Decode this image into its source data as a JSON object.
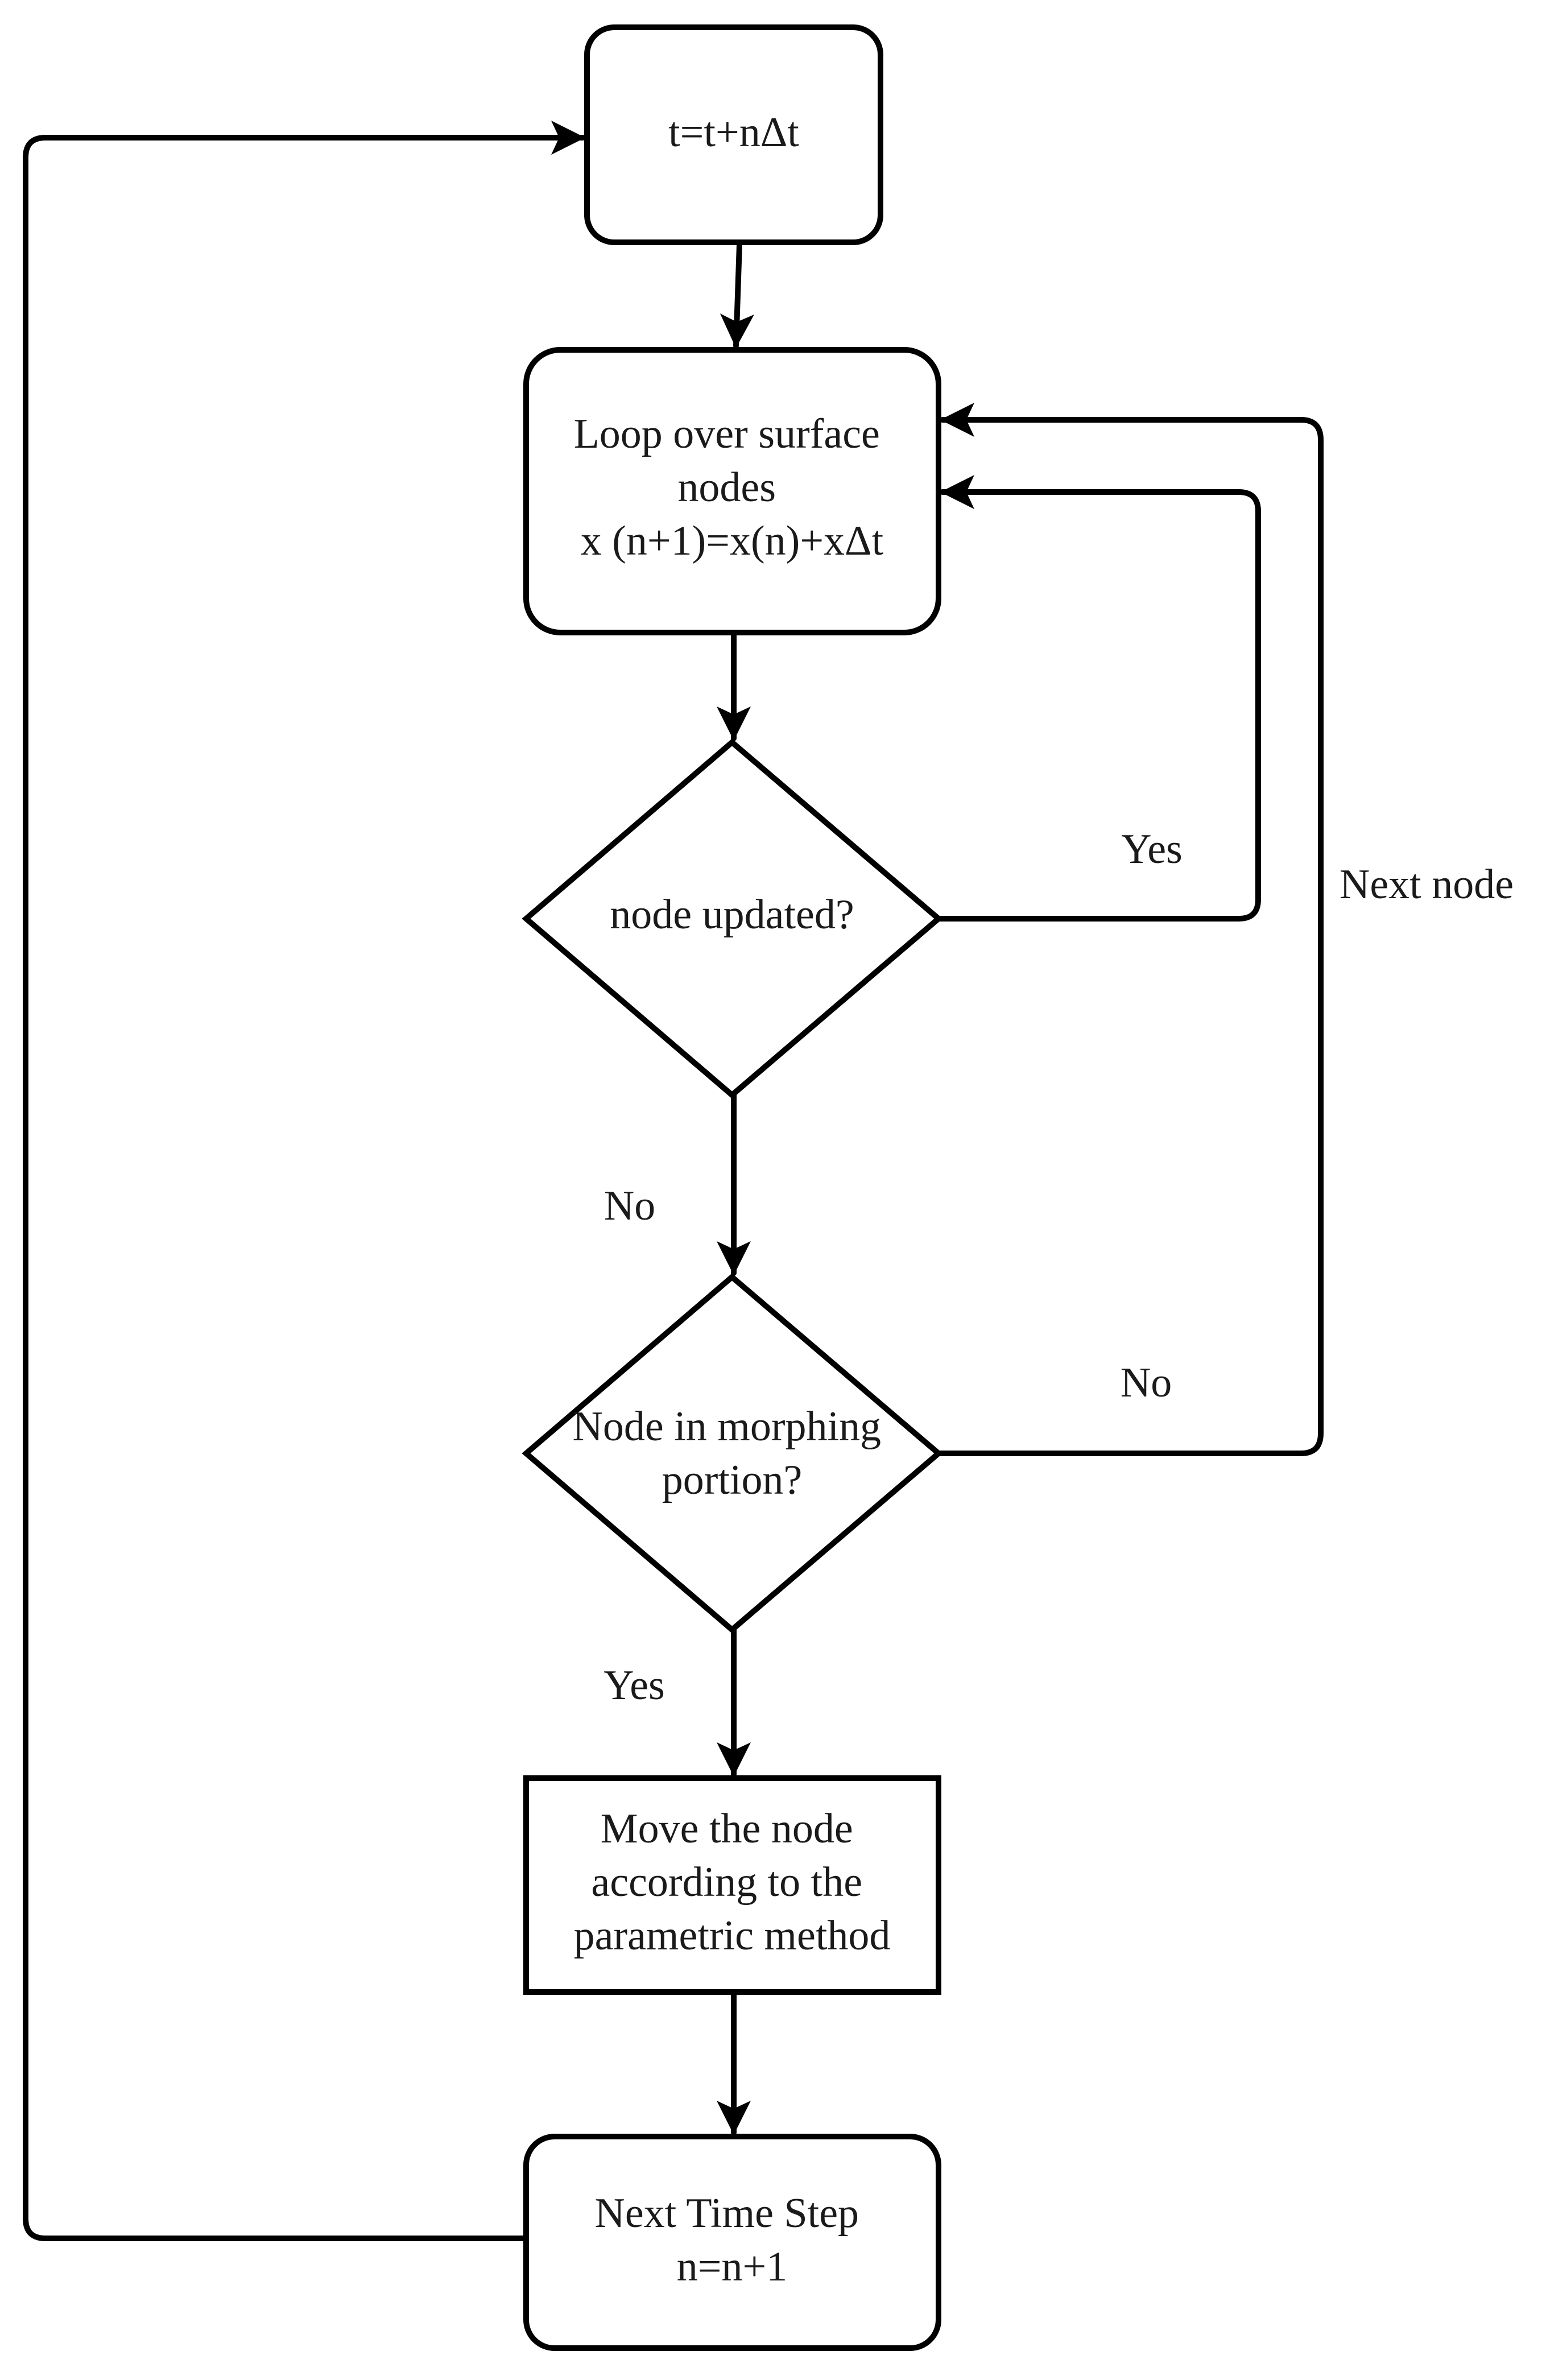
{
  "nodes": {
    "time_update": {
      "lines": [
        "t=t+nΔt"
      ]
    },
    "loop_nodes": {
      "lines": [
        "Loop over surface",
        "nodes",
        "x (n+1)=x(n)+xΔt"
      ]
    },
    "node_updated": {
      "lines": [
        "node updated?"
      ]
    },
    "node_in_morphing": {
      "lines": [
        "Node in morphing",
        "portion?"
      ]
    },
    "move_node": {
      "lines": [
        "Move the node",
        "according to the",
        "parametric method"
      ]
    },
    "next_time_step": {
      "lines": [
        "Next Time Step",
        "n=n+1"
      ]
    }
  },
  "edge_labels": {
    "updated_yes": "Yes",
    "updated_no": "No",
    "morphing_no": "No",
    "morphing_yes": "Yes",
    "next_node": "Next node"
  }
}
